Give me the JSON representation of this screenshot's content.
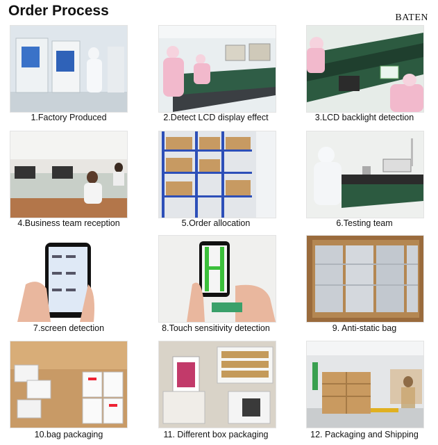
{
  "header": {
    "title": "Order Process",
    "brand": "BATEN"
  },
  "steps": [
    {
      "caption": "1.Factory Produced",
      "photo": "factory-cleanroom-photo"
    },
    {
      "caption": "2.Detect LCD display effect",
      "photo": "lcd-detection-line-photo"
    },
    {
      "caption": "3.LCD backlight detection",
      "photo": "backlight-detection-photo"
    },
    {
      "caption": "4.Business team reception",
      "photo": "office-team-photo"
    },
    {
      "caption": "5.Order allocation",
      "photo": "warehouse-shelves-photo"
    },
    {
      "caption": "6.Testing team",
      "photo": "testing-team-photo"
    },
    {
      "caption": "7.screen detection",
      "photo": "phone-screen-test-photo"
    },
    {
      "caption": "8.Touch sensitivity detection",
      "photo": "touch-test-photo"
    },
    {
      "caption": "9. Anti-static bag",
      "photo": "anti-static-bags-photo"
    },
    {
      "caption": "10.bag packaging",
      "photo": "bag-packaging-photo"
    },
    {
      "caption": "11. Different box packaging",
      "photo": "box-packaging-photo"
    },
    {
      "caption": "12. Packaging and Shipping",
      "photo": "shipping-warehouse-photo"
    }
  ]
}
